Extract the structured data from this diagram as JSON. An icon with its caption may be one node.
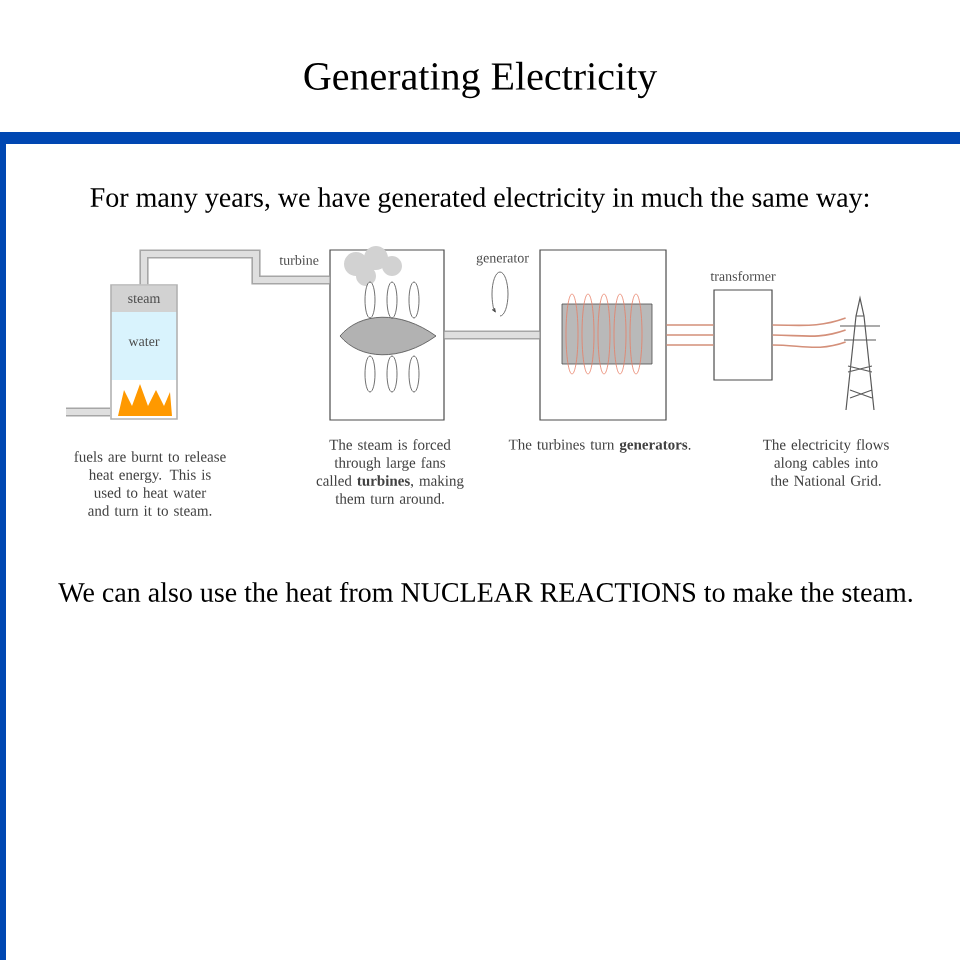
{
  "diagram": {
    "title": "Generating Electricity",
    "nodes": [
      {
        "text": [
          "steam",
          "water"
        ],
        "beside": [
          "fuels are burnt to release heat energy. This is used to heat water and turn it to steam."
        ]
      },
      {
        "text": [
          "turbine"
        ],
        "beside": [
          "The steam is forced through large fans called **turbines**, making them turn around."
        ]
      },
      {
        "text": [
          "generator"
        ],
        "beside": [
          "The turbines turn **generators**."
        ]
      },
      {
        "text": [
          "transformer"
        ]
      },
      {
        "text": [],
        "shape": "picture",
        "beside": [
          "The electricity flows along cables into the National Grid."
        ]
      }
    ],
    "edges": [
      {
        "from": 0,
        "to": 1,
        "arrow": "none",
        "style": "thick"
      },
      {
        "from": 1,
        "to": 2,
        "arrow": "none",
        "style": "thick"
      },
      {
        "from": 2,
        "to": 3,
        "arrow": "none",
        "color": "#d4907a"
      },
      {
        "from": 3,
        "to": 4,
        "arrow": "none",
        "color": "#d4907a"
      }
    ],
    "labels": [
      "For many years, we have generated electricity in much the same way:",
      "We can also use the heat from NUCLEAR REACTIONS to make the steam."
    ]
  }
}
